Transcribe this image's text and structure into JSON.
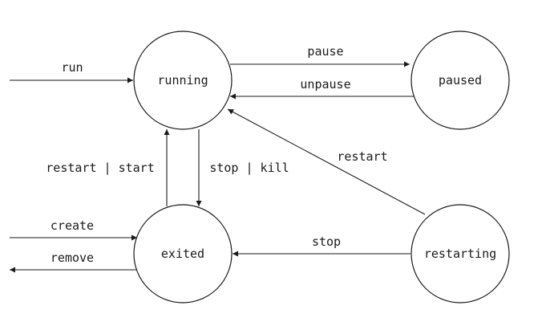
{
  "states": {
    "running": "running",
    "paused": "paused",
    "exited": "exited",
    "restarting": "restarting"
  },
  "transitions": {
    "run": "run",
    "pause": "pause",
    "unpause": "unpause",
    "restart": "restart",
    "restart_start": "restart | start",
    "stop_kill": "stop | kill",
    "create": "create",
    "remove": "remove",
    "stop": "stop"
  },
  "colors": {
    "stroke": "#1a1a1a",
    "background": "#ffffff"
  }
}
